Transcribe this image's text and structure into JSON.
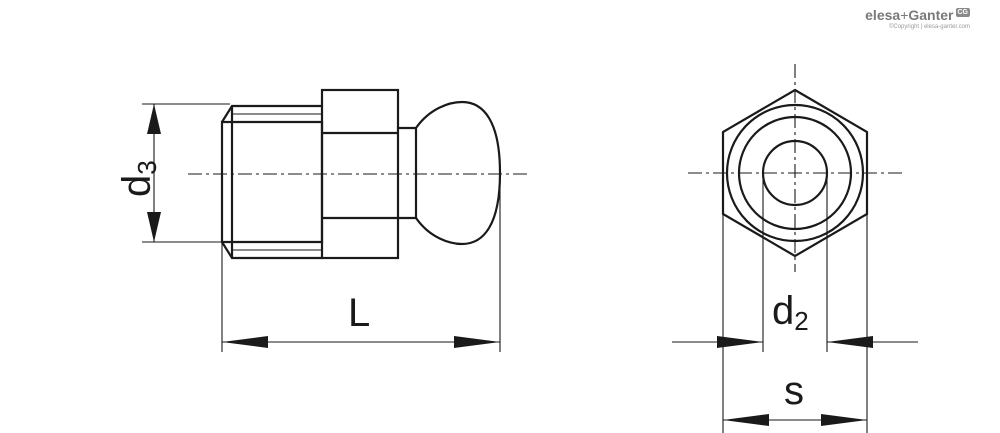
{
  "labels": {
    "d3": "d",
    "d3_sub": "3",
    "L": "L",
    "d2": "d",
    "d2_sub": "2",
    "s": "s"
  },
  "brand": {
    "name_left": "elesa",
    "plus": "+",
    "name_right": "Ganter",
    "badge": "CG",
    "copyright": "©Copyright | elesa-ganter.com"
  },
  "colors": {
    "line": "#1a1a1a",
    "background": "#ffffff",
    "brand": "#7a7a7a"
  }
}
